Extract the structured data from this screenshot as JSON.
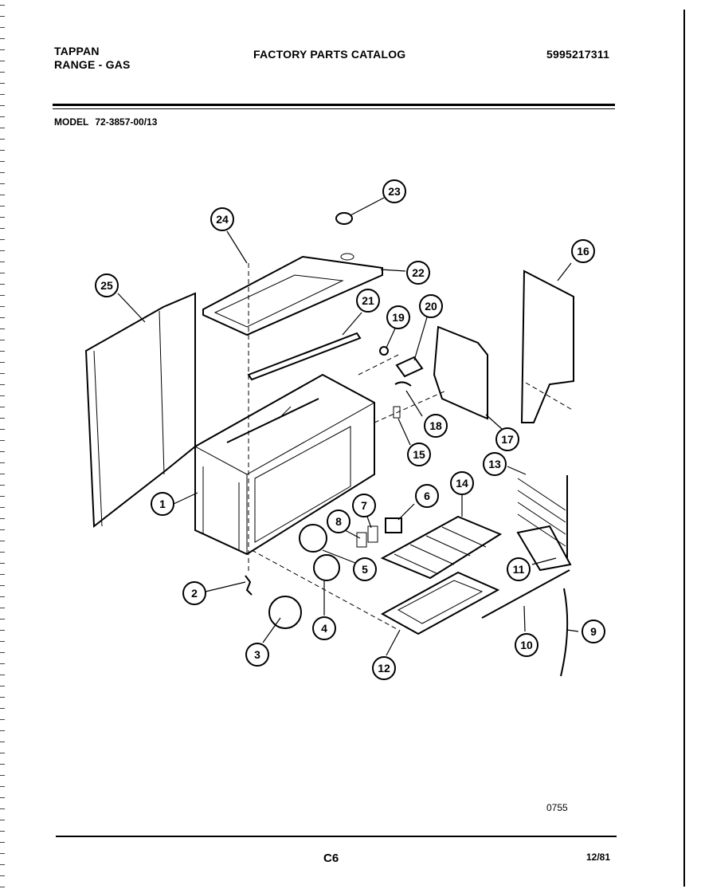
{
  "header": {
    "brand": "TAPPAN",
    "product": "RANGE - GAS",
    "catalog_title": "FACTORY PARTS CATALOG",
    "catalog_number": "5995217311"
  },
  "model": {
    "label": "MODEL",
    "number": "72-3857-00/13"
  },
  "diagram": {
    "callouts": [
      "1",
      "2",
      "3",
      "4",
      "5",
      "6",
      "7",
      "8",
      "9",
      "10",
      "11",
      "12",
      "13",
      "14",
      "15",
      "16",
      "17",
      "18",
      "19",
      "20",
      "21",
      "22",
      "23",
      "24",
      "25"
    ]
  },
  "footer": {
    "figure_code": "0755",
    "page": "C6",
    "date": "12/81"
  }
}
